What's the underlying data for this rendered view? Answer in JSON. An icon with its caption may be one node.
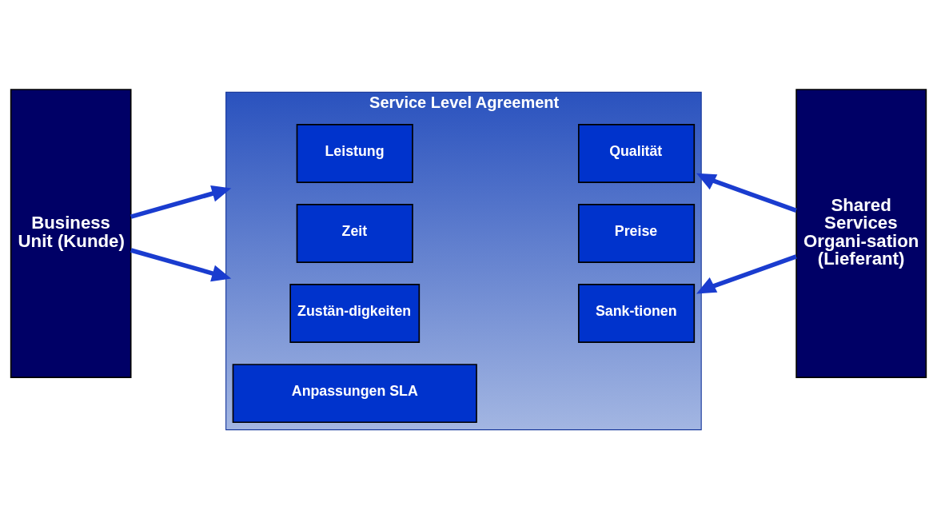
{
  "diagram": {
    "nodes": [
      {
        "text": [
          "Business Unit (Kunde)"
        ]
      },
      {
        "text": [
          "Service Level Agreement"
        ]
      },
      {
        "text": [
          "Leistung"
        ],
        "in": 1
      },
      {
        "text": [
          "Qualität"
        ],
        "in": 1
      },
      {
        "text": [
          "Zeit"
        ],
        "in": 1
      },
      {
        "text": [
          "Preise"
        ],
        "in": 1
      },
      {
        "text": [
          "Zustän-digkeiten"
        ],
        "in": 1
      },
      {
        "text": [
          "Sank-tionen"
        ],
        "in": 1
      },
      {
        "text": [
          "Anpassungen SLA"
        ],
        "in": 1
      },
      {
        "text": [
          "Shared Services Organi-sation (Lieferant)"
        ]
      }
    ],
    "edges": [
      {
        "from": 0,
        "to": 1,
        "arrow": "to"
      },
      {
        "from": 0,
        "to": 1,
        "arrow": "to"
      },
      {
        "from": 9,
        "to": 1,
        "arrow": "to"
      },
      {
        "from": 9,
        "to": 1,
        "arrow": "to"
      }
    ]
  }
}
